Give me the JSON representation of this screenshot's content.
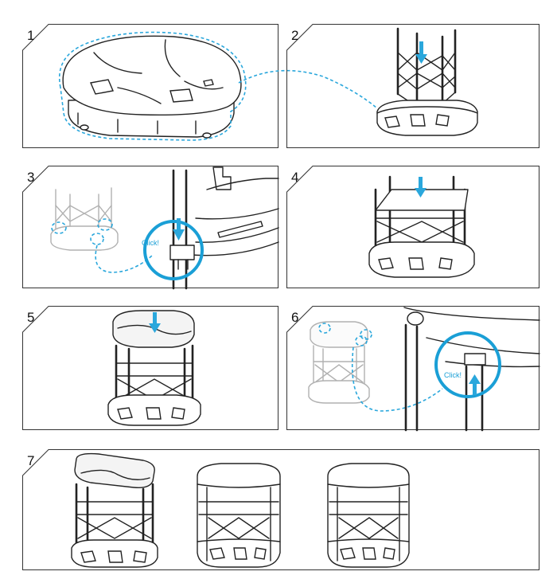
{
  "steps": [
    {
      "number": "1"
    },
    {
      "number": "2"
    },
    {
      "number": "3",
      "callout": "Click!"
    },
    {
      "number": "4"
    },
    {
      "number": "5"
    },
    {
      "number": "6",
      "callout": "Click!"
    },
    {
      "number": "7"
    }
  ],
  "colors": {
    "accent": "#2aa7dc",
    "line": "#222222",
    "frame": "#333333"
  }
}
